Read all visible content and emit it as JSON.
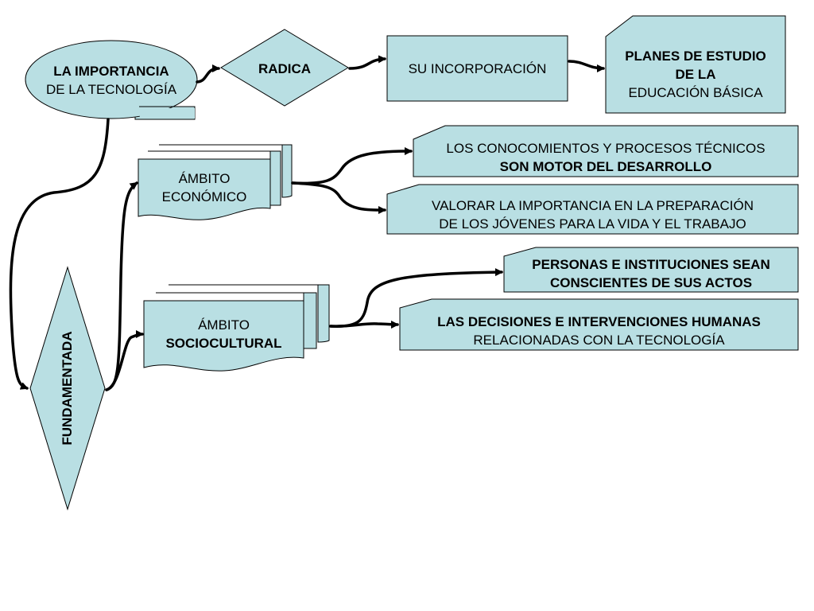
{
  "colors": {
    "node_fill": "#b9dfe3",
    "stroke": "#000000",
    "connector": "#000000"
  },
  "nodes": {
    "importancia": {
      "line1": "LA IMPORTANCIA",
      "line2": "DE LA TECNOLOGÍA"
    },
    "radica": {
      "text": "RADICA"
    },
    "incorporacion": {
      "text": "SU INCORPORACIÓN"
    },
    "planes": {
      "line1": "PLANES DE ESTUDIO",
      "line2": "DE LA",
      "line3": "EDUCACIÓN BÁSICA"
    },
    "fundamentada": {
      "text": "FUNDAMENTADA"
    },
    "economico": {
      "line1": "ÁMBITO",
      "line2": "ECONÓMICO"
    },
    "sociocultural": {
      "line1": "ÁMBITO",
      "line2": "SOCIOCULTURAL"
    },
    "conocimientos": {
      "line1": "LOS CONOCOMIENTOS Y PROCESOS TÉCNICOS",
      "line2": "SON MOTOR DEL DESARROLLO"
    },
    "valorar": {
      "line1": "VALORAR LA IMPORTANCIA EN LA PREPARACIÓN",
      "line2": "DE LOS JÓVENES PARA LA VIDA Y EL TRABAJO"
    },
    "personas": {
      "line1": "PERSONAS E INSTITUCIONES SEAN",
      "line2": "CONSCIENTES DE SUS ACTOS"
    },
    "decisiones": {
      "line1": "LAS DECISIONES E INTERVENCIONES HUMANAS",
      "line2": "RELACIONADAS CON LA TECNOLOGÍA"
    }
  }
}
